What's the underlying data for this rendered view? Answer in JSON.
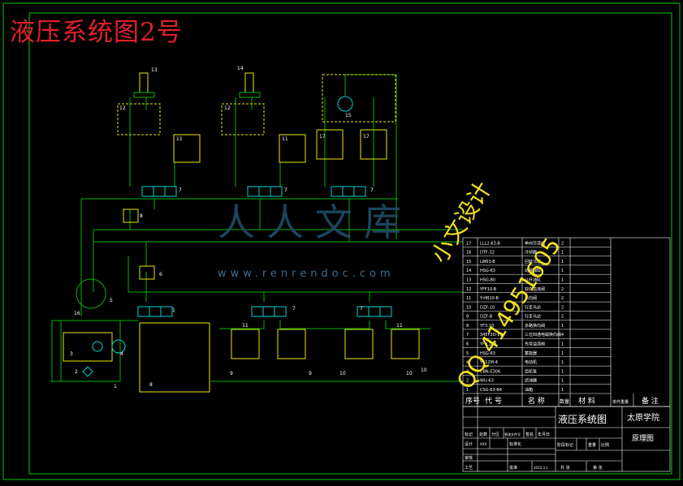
{
  "drawing": {
    "title": "液压系统图2号"
  },
  "watermark": {
    "main": "人人文库",
    "url": "www.renrendoc.com"
  },
  "stamp": {
    "line1": "小文设计",
    "line2": "QQ 414951605"
  },
  "components": {
    "labels": [
      "13",
      "14",
      "12",
      "12",
      "11",
      "11",
      "15",
      "17",
      "17",
      "7",
      "7",
      "7",
      "8",
      "6",
      "5",
      "16",
      "3",
      "4",
      "2",
      "1",
      "9",
      "9",
      "10",
      "10",
      "10",
      "11",
      "11",
      "7",
      "7",
      "1",
      "8"
    ]
  },
  "parts_table": {
    "header": {
      "seq": "序号",
      "code": "代 号",
      "name": "名 称",
      "qty": "数量",
      "material": "材 料",
      "unit_weight": "单件重量",
      "note": "备 注"
    },
    "rows": [
      {
        "seq": "17",
        "code": "LLL2-63-B",
        "name": "单向节流阀",
        "qty": "2"
      },
      {
        "seq": "16",
        "code": "DTF-32",
        "name": "冷却器",
        "qty": "1"
      },
      {
        "seq": "15",
        "code": "LW63-B",
        "name": "回转马达",
        "qty": "1"
      },
      {
        "seq": "14",
        "code": "HSG-63",
        "name": "动臂油缸",
        "qty": "1"
      },
      {
        "seq": "13",
        "code": "HSG-80",
        "name": "斗杆油缸",
        "qty": "1"
      },
      {
        "seq": "12",
        "code": "YFF10-B",
        "name": "双向溢流阀",
        "qty": "2"
      },
      {
        "seq": "11",
        "code": "Y-HB10-B",
        "name": "单向阀",
        "qty": "2"
      },
      {
        "seq": "10",
        "code": "DZF-10",
        "name": "行走马达",
        "qty": "2"
      },
      {
        "seq": "9",
        "code": "DZF-B",
        "name": "行走马达",
        "qty": "2"
      },
      {
        "seq": "8",
        "code": "YF3-10",
        "name": "多路换向阀",
        "qty": "1"
      },
      {
        "seq": "7",
        "code": "34EF3O-E6",
        "name": "三位四通电磁换向阀",
        "qty": "4"
      },
      {
        "seq": "6",
        "code": "YF-L10B",
        "name": "先导溢流阀",
        "qty": "1"
      },
      {
        "seq": "5",
        "code": "HSG-63",
        "name": "蓄能器",
        "qty": "1"
      },
      {
        "seq": "4",
        "code": "Y112M-4",
        "name": "电动机",
        "qty": "1"
      },
      {
        "seq": "3",
        "code": "CBN-E306",
        "name": "齿轮泵",
        "qty": "1"
      },
      {
        "seq": "2",
        "code": "WU-63",
        "name": "滤油器",
        "qty": "1"
      },
      {
        "seq": "1",
        "code": "CSG-63-B4",
        "name": "油箱",
        "qty": "1"
      }
    ]
  },
  "title_block": {
    "drawing_name": "液压系统图",
    "school": "太原学院",
    "sheet_type": "原理图",
    "mark_row": [
      "标记",
      "处数",
      "分区",
      "更改文件号",
      "签名",
      "年月日"
    ],
    "design": "设计",
    "check": "审核",
    "craft": "工艺",
    "standardize": "标准化",
    "approve": "批准",
    "stage_row": [
      "阶段标记",
      "重量",
      "比例"
    ],
    "sheets_total": "共 张",
    "sheet_no": "第 张",
    "date_val": "2012.3.1",
    "sign_val": "XXX"
  },
  "colors": {
    "frame": "#00c800",
    "line": "#00b400",
    "component": "#e8e800",
    "text": "#ffffff",
    "title": "#e0202a",
    "cyan": "#00d2d2"
  }
}
